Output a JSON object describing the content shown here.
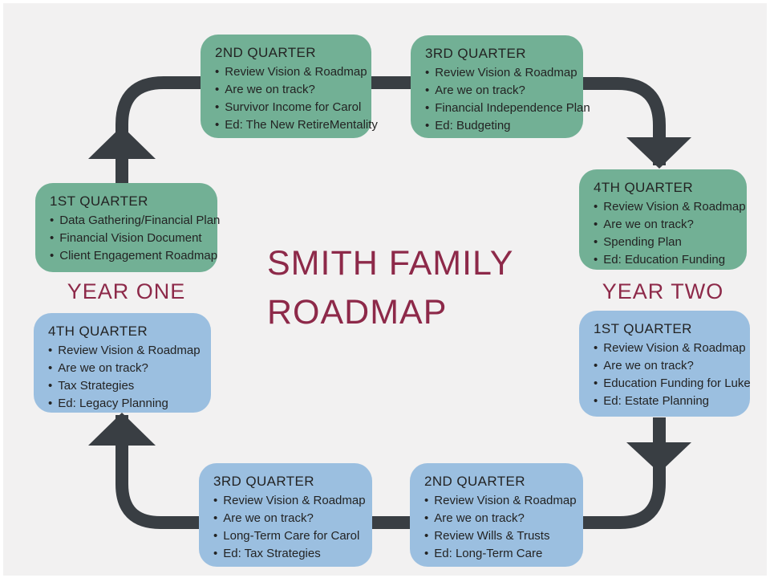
{
  "title": {
    "line1": "SMITH FAMILY",
    "line2": "ROADMAP"
  },
  "year_labels": {
    "year_one": "YEAR ONE",
    "year_two": "YEAR TWO"
  },
  "bullet_glyph": "•",
  "colors": {
    "year_one_box": "#72b095",
    "year_two_box": "#9bbfe0",
    "connector": "#393e43",
    "accent_text": "#8d2949",
    "background": "#f2f1f1",
    "box_text": "#232323"
  },
  "boxes": [
    {
      "id": "year1-q1",
      "title": "1ST QUARTER",
      "items": [
        "Data Gathering/Financial Plan",
        "Financial Vision Document",
        "Client Engagement Roadmap"
      ]
    },
    {
      "id": "year1-q2",
      "title": "2ND QUARTER",
      "items": [
        "Review Vision & Roadmap",
        "Are we on track?",
        "Survivor Income for Carol",
        "Ed: The New RetireMentality"
      ]
    },
    {
      "id": "year1-q3",
      "title": "3RD QUARTER",
      "items": [
        "Review Vision & Roadmap",
        "Are we on track?",
        "Financial Independence Plan",
        "Ed: Budgeting"
      ]
    },
    {
      "id": "year1-q4",
      "title": "4TH QUARTER",
      "items": [
        "Review Vision & Roadmap",
        "Are we on track?",
        "Spending Plan",
        "Ed: Education Funding"
      ]
    },
    {
      "id": "year2-q1",
      "title": "1ST QUARTER",
      "items": [
        "Review Vision & Roadmap",
        "Are we on track?",
        "Education Funding for Luke",
        "Ed: Estate Planning"
      ]
    },
    {
      "id": "year2-q2",
      "title": "2ND QUARTER",
      "items": [
        "Review Vision & Roadmap",
        "Are we on track?",
        "Review Wills & Trusts",
        "Ed: Long-Term Care"
      ]
    },
    {
      "id": "year2-q3",
      "title": "3RD QUARTER",
      "items": [
        "Review Vision & Roadmap",
        "Are we on track?",
        "Long-Term Care for Carol",
        "Ed: Tax Strategies"
      ]
    },
    {
      "id": "year2-q4",
      "title": "4TH QUARTER",
      "items": [
        "Review Vision & Roadmap",
        "Are we on track?",
        "Tax Strategies",
        "Ed: Legacy Planning"
      ]
    }
  ]
}
